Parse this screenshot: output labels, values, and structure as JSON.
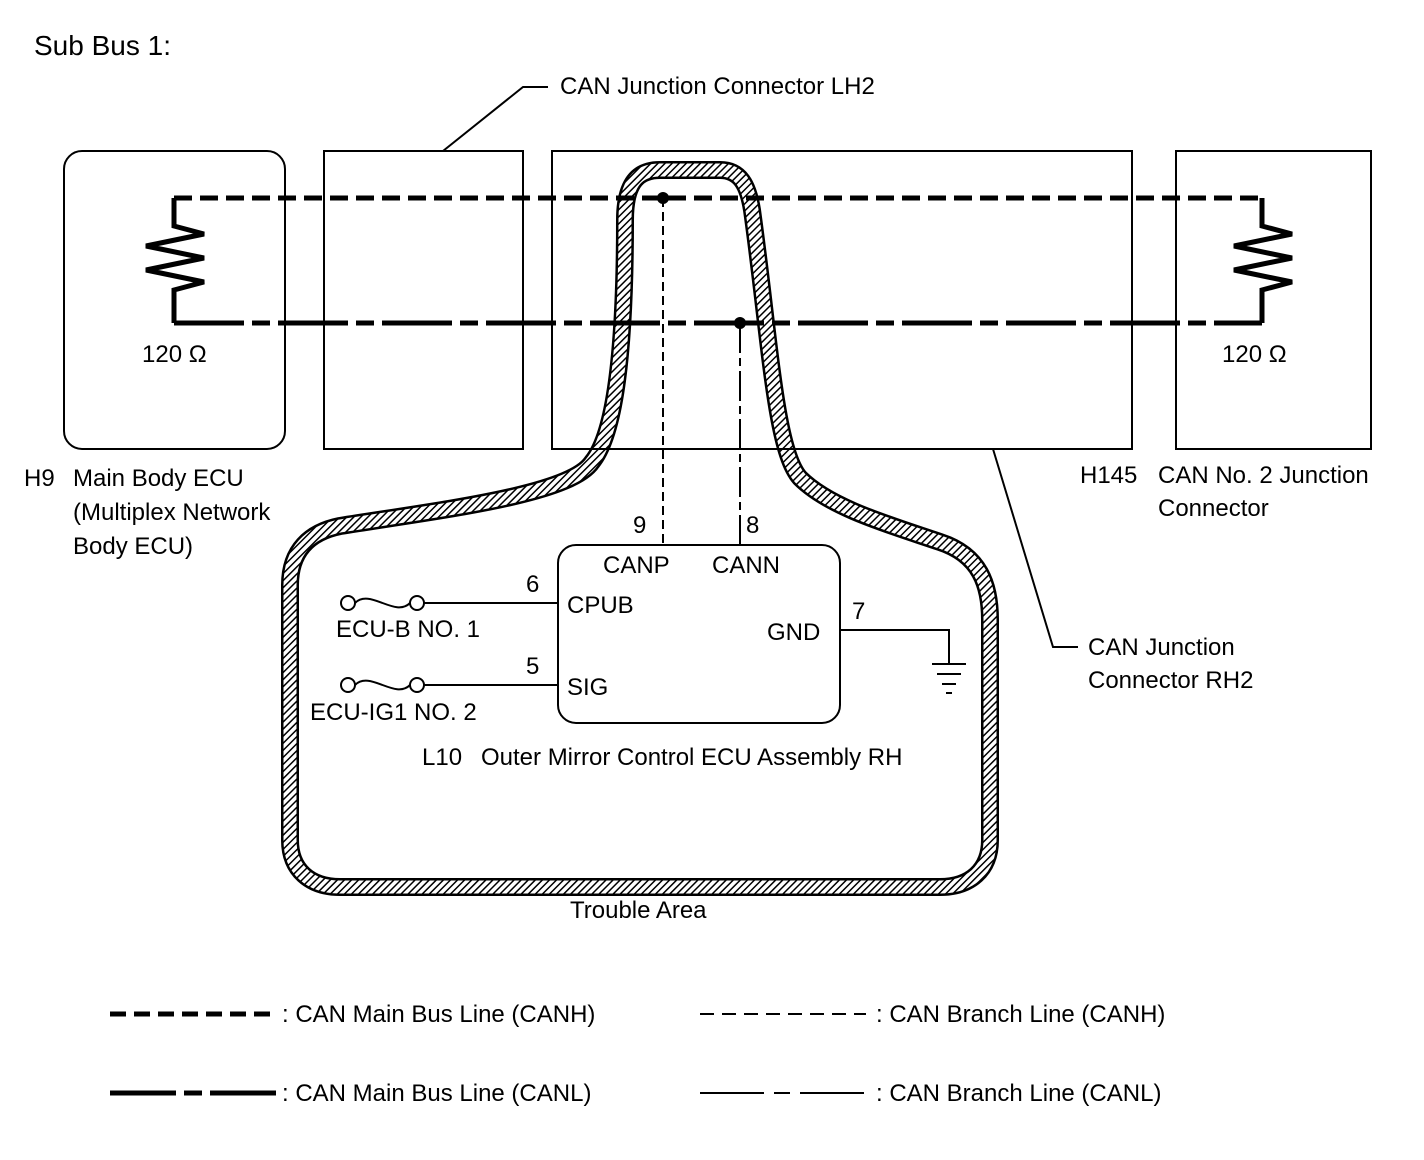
{
  "title": "Sub Bus 1:",
  "connectors": {
    "lh2": "CAN Junction Connector LH2",
    "rh2": [
      "CAN Junction",
      "Connector RH2"
    ]
  },
  "ecus": {
    "main_body": {
      "code": "H9",
      "name": [
        "Main Body ECU",
        "(Multiplex Network",
        "Body ECU)"
      ],
      "resistor": "120 Ω"
    },
    "junction_no2": {
      "code": "H145",
      "name": [
        "CAN No. 2 Junction",
        "Connector"
      ],
      "resistor": "120 Ω"
    },
    "mirror": {
      "code": "L10",
      "name": "Outer Mirror Control ECU Assembly RH",
      "pins": {
        "canp": {
          "num": "9",
          "label": "CANP"
        },
        "cann": {
          "num": "8",
          "label": "CANN"
        },
        "cpub": {
          "num": "6",
          "label": "CPUB"
        },
        "sig": {
          "num": "5",
          "label": "SIG"
        },
        "gnd": {
          "num": "7",
          "label": "GND"
        }
      }
    }
  },
  "fuses": [
    "ECU-B NO. 1",
    "ECU-IG1 NO. 2"
  ],
  "trouble_area": "Trouble Area",
  "legend": [
    ": CAN Main Bus Line (CANH)",
    ": CAN Branch Line (CANH)",
    ": CAN Main Bus Line (CANL)",
    ": CAN Branch Line (CANL)"
  ]
}
